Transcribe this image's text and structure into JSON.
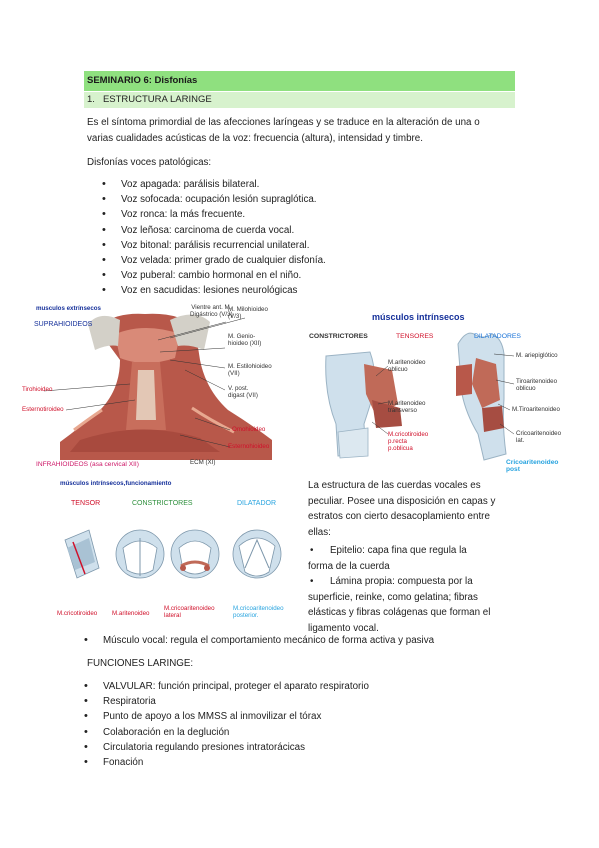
{
  "header": {
    "title": "SEMINARIO 6: Disfonías",
    "section_number": "1.",
    "section_title": "ESTRUCTURA LARINGE"
  },
  "intro": {
    "line1": "Es el síntoma primordial de las afecciones laríngeas y se traduce en la alteración de una o",
    "line2": "varias cualidades acústicas de la voz: frecuencia (altura), intensidad y timbre."
  },
  "disfonias": {
    "heading": "Disfonías voces patológicas:",
    "items": [
      "Voz apagada: parálisis bilateral.",
      "Voz sofocada: ocupación lesión supraglótica.",
      "Voz ronca: la más frecuente.",
      "Voz leñosa: carcinoma de cuerda vocal.",
      "Voz bitonal: parálisis recurrencial unilateral.",
      "Voz velada: primer grado de cualquier disfonía.",
      "Voz puberal: cambio hormonal en el niño.",
      "Voz en sacudidas: lesiones neurológicas"
    ]
  },
  "figure_neck": {
    "caption_top": "musculos extrínsecos",
    "group_supra": "SUPRAHIOIDEOS",
    "labels": {
      "vientre": "Vientre ant. M.",
      "digastrico": "Digástrico (V/3)",
      "milohioideo": "M. Milohioideo",
      "milohioideo_n": "(V/3)",
      "geniohioideo": "M. Genio-",
      "geniohioideo_n": "hioideo (XII)",
      "estilohioideo": "M. Estilohioideo",
      "estilohioideo_n": "(VII)",
      "vpost": "V. post.",
      "vpost_n": "digast (VII)",
      "tirohioideo": "Tirohioideo",
      "esternotiroideo": "Esternotiroideo",
      "omohioideo": "Omohioideo",
      "esternohioideo": "Esternohioideo",
      "ecm": "ECM (XI)"
    },
    "group_infra": "INFRAHIOIDEOS (asa cervical XII)"
  },
  "figure_intrinsic": {
    "title": "músculos intrínsecos",
    "constrictores": "CONSTRICTORES",
    "tensores": "TENSORES",
    "dilatadores": "DILATADORES",
    "labels": {
      "aritenoideo_obl": "M.aritenoideo",
      "aritenoideo_obl2": "oblicuo",
      "aritenoideo_tr": "M.aritenoideo",
      "aritenoideo_tr2": "transverso",
      "cricotiroideo": "M.cricotiroideo",
      "precta": "p.recta",
      "poblicua": "p.oblicua",
      "ariepiglotico": "M. ariepiglótico",
      "tiroaritenoideo": "Tiroaritenoideo",
      "tiroaritenoideo2": "oblicuo",
      "mtiroaritenoideo": "M.Tiroaritenoideo",
      "cricoaritenoideo_lat": "Cricoaritenoideo",
      "cricoaritenoideo_lat2": "lat.",
      "cricoaritenoideo_post": "Cricoaritenoideo",
      "cricoaritenoideo_post2": "post"
    }
  },
  "figure_function": {
    "caption": "músculos intrínsecos,funcionamiento",
    "tensor": "TENSOR",
    "constrictores": "CONSTRICTORES",
    "dilatador": "DILATADOR",
    "labels": {
      "cricotiroideo": "M.cricotiroideo",
      "aritenoideo": "M.aritenoideo",
      "cricoaritenoideo_lateral": "M.cricoaritenoideo",
      "cricoaritenoideo_lateral2": "lateral",
      "cricoaritenoideo_posterior": "M.cricoaritenoideo",
      "cricoaritenoideo_posterior2": "posterior."
    }
  },
  "estructura": {
    "line1": "La estructura de las cuerdas vocales es",
    "line2": "peculiar. Posee una disposición en capas y",
    "line3": "estratos con cierto desacoplamiento entre",
    "line4": "ellas:",
    "items": [
      {
        "l1": "Epitelio: capa fina que regula la",
        "l2": "forma de la cuerda"
      },
      {
        "l1": "Lámina propia: compuesta por la",
        "l2": "superficie, reinke, como gelatina; fibras",
        "l3": "elásticas y fibras colágenas que forman el",
        "l4": "ligamento vocal."
      }
    ],
    "vocal": "Músculo vocal: regula el comportamiento mecánico de forma activa y pasiva"
  },
  "funciones": {
    "heading": "FUNCIONES LARINGE:",
    "items": [
      "VALVULAR: función principal, proteger el aparato respiratorio",
      "Respiratoria",
      "Punto de apoyo a los MMSS al inmovilizar el tórax",
      "Colaboración en la deglución",
      "Circulatoria regulando presiones intratorácicas",
      "Fonación"
    ]
  },
  "colors": {
    "title_bg": "#8fe07f",
    "subtitle_bg": "#d7f2cd",
    "muscle": "#b8584a",
    "cartilage": "#cfe0ec"
  }
}
